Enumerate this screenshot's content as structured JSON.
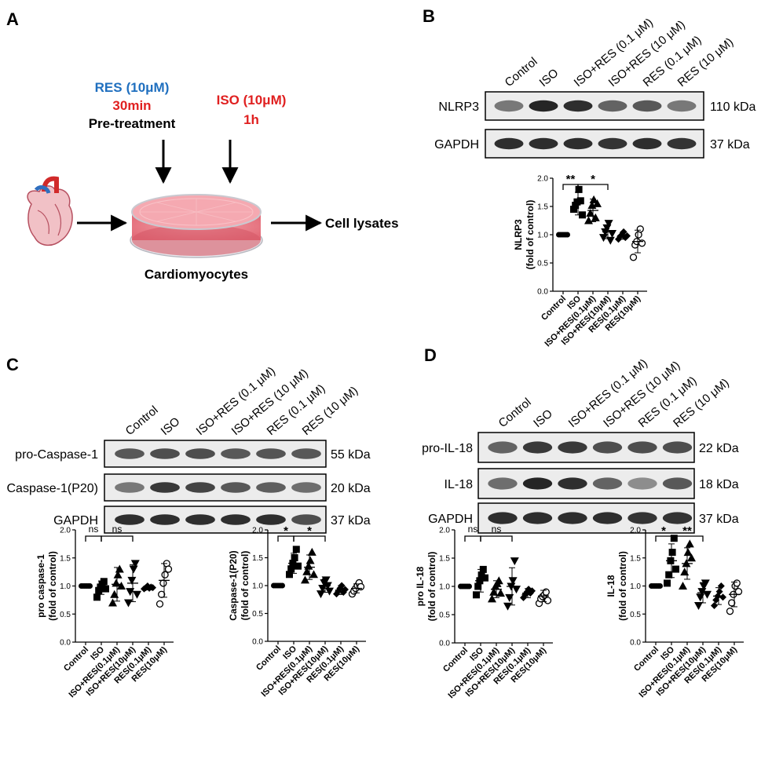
{
  "panels": {
    "A": {
      "letter": "A",
      "pretreat_line1_a": "RES",
      "pretreat_line1_b": "(10μM)",
      "pretreat_line2": "30min",
      "pretreat_line3": "Pre-treatment",
      "iso_line1": "ISO (10μM)",
      "iso_line2": "1h",
      "dish_label": "Cardiomyocytes",
      "output_label": "Cell lysates"
    },
    "B": {
      "letter": "B"
    },
    "C": {
      "letter": "C"
    },
    "D": {
      "letter": "D"
    }
  },
  "blot_lanes": [
    "Control",
    "ISO",
    "ISO+RES (0.1 μM)",
    "ISO+RES (10 μM)",
    "RES (0.1 μM)",
    "RES (10 μM)"
  ],
  "blots": {
    "B": [
      {
        "label": "NLRP3",
        "size": "110 kDa"
      },
      {
        "label": "GAPDH",
        "size": "37 kDa"
      }
    ],
    "C": [
      {
        "label": "pro-Caspase-1",
        "size": "55 kDa"
      },
      {
        "label": "Caspase-1(P20)",
        "size": "20 kDa"
      },
      {
        "label": "GAPDH",
        "size": "37 kDa"
      }
    ],
    "D": [
      {
        "label": "pro-IL-18",
        "size": "22 kDa"
      },
      {
        "label": "IL-18",
        "size": "18 kDa"
      },
      {
        "label": "GAPDH",
        "size": "37 kDa"
      }
    ]
  },
  "colors": {
    "res_blue": "#1f6fbf",
    "iso_red": "#e02020",
    "dish_pink": "#ea7b87"
  },
  "chart_data": [
    {
      "panel": "B",
      "type": "scatter",
      "ylabel": "NLRP3\n(fold of control)",
      "ylim": [
        0,
        2.0
      ],
      "yticks": [
        0.0,
        0.5,
        1.0,
        1.5,
        2.0
      ],
      "categories": [
        "Control",
        "ISO",
        "ISO+RES(0.1μM)",
        "ISO+RES(10μM)",
        "RES(0.1μM)",
        "RES(10μM)"
      ],
      "markers": [
        "circle",
        "square",
        "triangle",
        "triangle-down",
        "diamond",
        "open-circle"
      ],
      "means": [
        1.0,
        1.55,
        1.43,
        1.05,
        0.98,
        0.88
      ],
      "sd": [
        0.0,
        0.2,
        0.2,
        0.12,
        0.06,
        0.2
      ],
      "points": [
        [
          1.0,
          1.0,
          1.0,
          1.0,
          1.0,
          1.0
        ],
        [
          1.45,
          1.52,
          1.58,
          1.8,
          1.6,
          1.35
        ],
        [
          1.25,
          1.38,
          1.52,
          1.62,
          1.3,
          1.55
        ],
        [
          0.95,
          1.05,
          1.12,
          1.2,
          0.9,
          1.02
        ],
        [
          0.92,
          0.97,
          1.0,
          1.05,
          0.95,
          0.98
        ],
        [
          0.6,
          0.82,
          0.88,
          1.0,
          1.1,
          0.85
        ]
      ],
      "significance": [
        {
          "from": 0,
          "to": 1,
          "label": "**"
        },
        {
          "from": 1,
          "to": 3,
          "label": "*"
        }
      ]
    },
    {
      "panel": "C1",
      "type": "scatter",
      "ylabel": "pro caspase-1\n(fold of control)",
      "ylim": [
        0,
        2.0
      ],
      "yticks": [
        0.0,
        0.5,
        1.0,
        1.5,
        2.0
      ],
      "categories": [
        "Control",
        "ISO",
        "ISO+RES(0.1μM)",
        "ISO+RES(10μM)",
        "RES(0.1μM)",
        "RES(10μM)"
      ],
      "markers": [
        "circle",
        "square",
        "triangle",
        "triangle-down",
        "diamond",
        "open-circle"
      ],
      "means": [
        1.0,
        0.97,
        1.03,
        1.05,
        0.97,
        1.1
      ],
      "sd": [
        0.0,
        0.12,
        0.3,
        0.33,
        0.04,
        0.3
      ],
      "points": [
        [
          1.0,
          1.0,
          1.0,
          1.0,
          1.0,
          1.0
        ],
        [
          0.8,
          0.92,
          0.98,
          1.03,
          1.08,
          0.95
        ],
        [
          0.7,
          0.85,
          1.05,
          1.2,
          1.3,
          1.0
        ],
        [
          0.7,
          0.9,
          1.1,
          1.3,
          1.4,
          0.85
        ],
        [
          0.95,
          0.97,
          1.0,
          0.96,
          0.98,
          0.97
        ],
        [
          0.68,
          0.85,
          1.05,
          1.2,
          1.4,
          1.3
        ]
      ],
      "significance": [
        {
          "from": 0,
          "to": 1,
          "label": "ns"
        },
        {
          "from": 1,
          "to": 3,
          "label": "ns"
        }
      ]
    },
    {
      "panel": "C2",
      "type": "scatter",
      "ylabel": "Caspase-1(P20)\n(fold of control)",
      "ylim": [
        0,
        2.0
      ],
      "yticks": [
        0.0,
        0.5,
        1.0,
        1.5,
        2.0
      ],
      "categories": [
        "Control",
        "ISO",
        "ISO+RES(0.1μM)",
        "ISO+RES(10μM)",
        "RES(0.1μM)",
        "RES(10μM)"
      ],
      "markers": [
        "circle",
        "square",
        "triangle",
        "triangle-down",
        "diamond",
        "open-circle"
      ],
      "means": [
        1.0,
        1.4,
        1.33,
        1.0,
        0.92,
        0.95
      ],
      "sd": [
        0.0,
        0.18,
        0.22,
        0.12,
        0.08,
        0.08
      ],
      "points": [
        [
          1.0,
          1.0,
          1.0,
          1.0,
          1.0,
          1.0
        ],
        [
          1.2,
          1.3,
          1.4,
          1.5,
          1.65,
          1.35
        ],
        [
          1.1,
          1.25,
          1.35,
          1.45,
          1.6,
          1.2
        ],
        [
          0.85,
          0.95,
          1.05,
          1.1,
          1.0,
          0.9
        ],
        [
          0.85,
          0.9,
          0.95,
          1.0,
          0.88,
          0.93
        ],
        [
          0.85,
          0.9,
          0.95,
          1.0,
          1.05,
          0.98
        ]
      ],
      "significance": [
        {
          "from": 0,
          "to": 1,
          "label": "*"
        },
        {
          "from": 1,
          "to": 3,
          "label": "*"
        }
      ]
    },
    {
      "panel": "D1",
      "type": "scatter",
      "ylabel": "pro IL-18\n(fold of control)",
      "ylim": [
        0,
        2.0
      ],
      "yticks": [
        0.0,
        0.5,
        1.0,
        1.5,
        2.0
      ],
      "categories": [
        "Control",
        "ISO",
        "ISO+RES(0.1μM)",
        "ISO+RES(10μM)",
        "RES(0.1μM)",
        "RES(10μM)"
      ],
      "markers": [
        "circle",
        "square",
        "triangle",
        "triangle-down",
        "diamond",
        "open-circle"
      ],
      "means": [
        1.0,
        1.1,
        0.95,
        1.0,
        0.88,
        0.83
      ],
      "sd": [
        0.0,
        0.2,
        0.15,
        0.33,
        0.08,
        0.1
      ],
      "points": [
        [
          1.0,
          1.0,
          1.0,
          1.0,
          1.0,
          1.0
        ],
        [
          0.85,
          1.0,
          1.1,
          1.2,
          1.3,
          1.15
        ],
        [
          0.78,
          0.9,
          1.0,
          1.05,
          1.1,
          0.88
        ],
        [
          0.65,
          0.8,
          1.0,
          1.1,
          1.45,
          0.95
        ],
        [
          0.8,
          0.85,
          0.9,
          0.95,
          0.88,
          0.92
        ],
        [
          0.7,
          0.78,
          0.82,
          0.85,
          0.9,
          0.75
        ]
      ],
      "significance": [
        {
          "from": 0,
          "to": 1,
          "label": "ns"
        },
        {
          "from": 1,
          "to": 3,
          "label": "ns"
        }
      ]
    },
    {
      "panel": "D2",
      "type": "scatter",
      "ylabel": "IL-18\n(fold of control)",
      "ylim": [
        0,
        2.0
      ],
      "yticks": [
        0.0,
        0.5,
        1.0,
        1.5,
        2.0
      ],
      "categories": [
        "Control",
        "ISO",
        "ISO+RES(0.1μM)",
        "ISO+RES(10μM)",
        "RES(0.1μM)",
        "RES(10μM)"
      ],
      "markers": [
        "circle",
        "square",
        "triangle",
        "triangle-down",
        "diamond",
        "open-circle"
      ],
      "means": [
        1.0,
        1.45,
        1.4,
        0.88,
        0.82,
        0.85
      ],
      "sd": [
        0.0,
        0.3,
        0.28,
        0.18,
        0.15,
        0.22
      ],
      "points": [
        [
          1.0,
          1.0,
          1.0,
          1.0,
          1.0,
          1.0
        ],
        [
          1.05,
          1.2,
          1.45,
          1.6,
          1.85,
          1.3
        ],
        [
          1.0,
          1.25,
          1.4,
          1.6,
          1.75,
          1.5
        ],
        [
          0.65,
          0.8,
          0.9,
          1.0,
          1.05,
          0.85
        ],
        [
          0.65,
          0.75,
          0.82,
          0.9,
          1.0,
          0.8
        ],
        [
          0.55,
          0.7,
          0.85,
          1.0,
          1.05,
          0.9
        ]
      ],
      "significance": [
        {
          "from": 0,
          "to": 1,
          "label": "*"
        },
        {
          "from": 1,
          "to": 3,
          "label": "**"
        }
      ]
    }
  ]
}
